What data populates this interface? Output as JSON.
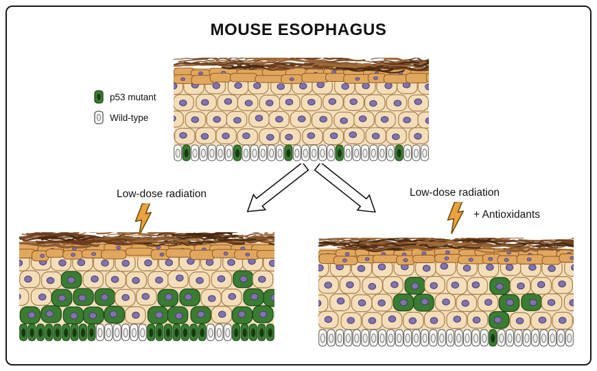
{
  "title": "MOUSE ESOPHAGUS",
  "legend": {
    "items": [
      {
        "label": "p53 mutant",
        "type": "mutant"
      },
      {
        "label": "Wild-type",
        "type": "wildtype"
      }
    ]
  },
  "branches": {
    "left": {
      "label": "Low-dose radiation"
    },
    "right": {
      "label": "Low-dose radiation",
      "label2": "+ Antioxidants"
    }
  },
  "panels": {
    "baseline": {
      "name": "untreated esophagus epithelium",
      "basal": "wgwwwwwgwwwwwgwwwwwgwwwwwwgwww",
      "supra_mutant": []
    },
    "radiation": {
      "name": "after low-dose radiation: expanded p53 mutant clones",
      "basal": "gggggggggwwwwwwgggggggwwwggggg",
      "supra_mutant": [
        [
          0,
          0,
          4
        ],
        [
          0,
          6,
          8
        ],
        [
          0,
          10,
          12
        ],
        [
          1,
          1,
          3
        ],
        [
          1,
          6,
          7
        ],
        [
          1,
          10,
          11
        ],
        [
          2,
          2,
          2
        ],
        [
          2,
          10,
          10
        ]
      ]
    },
    "antioxidants": {
      "name": "radiation plus antioxidants: small p53 mutant clones",
      "basal": "wwwwwwwwwwwwwwwwwwwwgwwwwwwwww",
      "supra_mutant": [
        [
          0,
          8,
          8
        ],
        [
          1,
          8,
          9
        ],
        [
          1,
          3,
          4
        ],
        [
          2,
          4,
          4
        ],
        [
          2,
          8,
          8
        ]
      ]
    }
  },
  "colors": {
    "epithelium": "#f4deba",
    "cell_line": "#a87f49",
    "nucleus": "#8173ae",
    "nucleus_line": "#4a3d72",
    "mutant": "#3a7c31",
    "mutant_line": "#1d4a18",
    "mutant_nucleus": "#163912",
    "wild": "#fcfbf7",
    "wild_line": "#555555",
    "wild_nucleus_fill": "#eeeeee",
    "wild_nucleus_line": "#777777",
    "granular": "#e2a75e",
    "granular_base": "#eabc7e",
    "granular_line": "#8d5c26",
    "keratin_palette": [
      "#6b3c1d",
      "#8a5a30",
      "#47280f",
      "#a06a38"
    ],
    "bolt": "#e9a23c",
    "bolt_line": "#6b4a10",
    "arrow_fill": "#ffffff",
    "arrow_line": "#111111"
  }
}
